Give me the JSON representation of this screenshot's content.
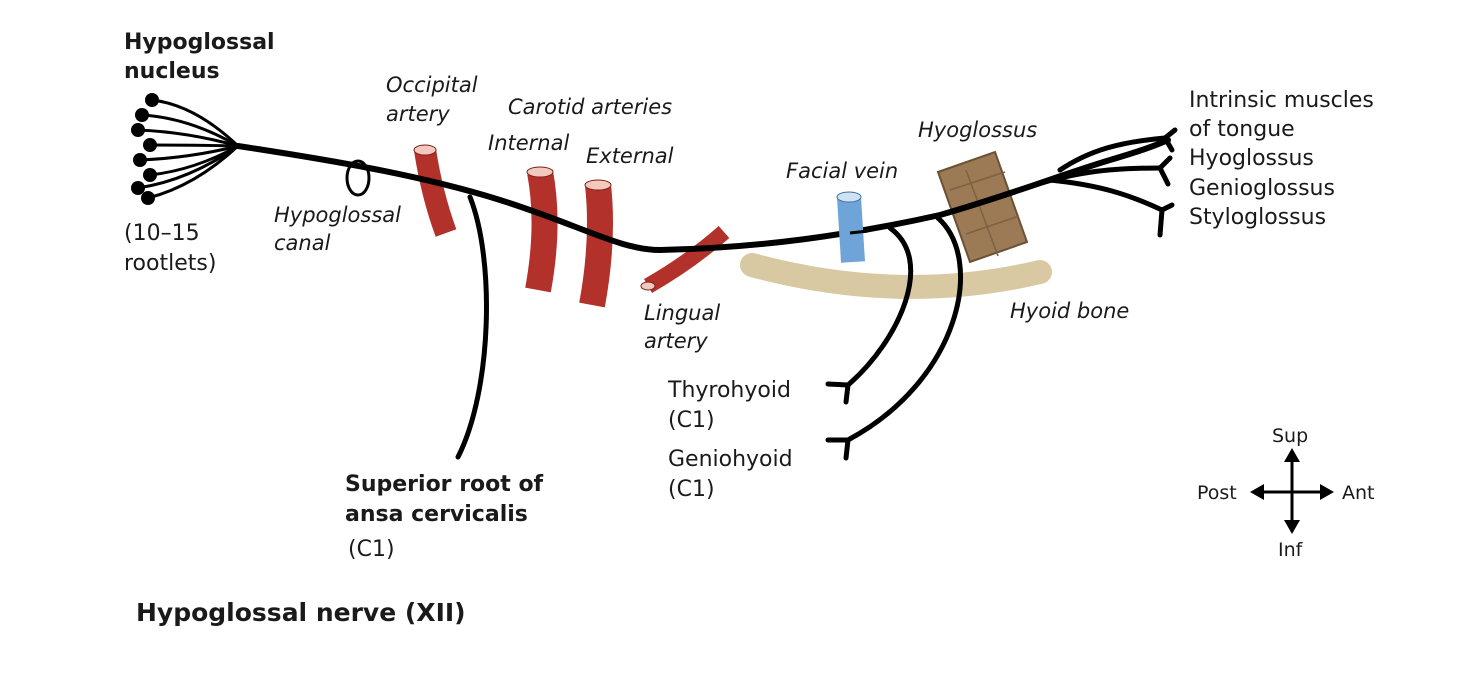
{
  "labels": {
    "nucleus_line1": "Hypoglossal",
    "nucleus_line2": "nucleus",
    "rootlets_line1": "(10–15",
    "rootlets_line2": "rootlets)",
    "canal_line1": "Hypoglossal",
    "canal_line2": "canal",
    "occipital_line1": "Occipital",
    "occipital_line2": "artery",
    "carotid": "Carotid arteries",
    "internal": "Internal",
    "external": "External",
    "lingual_line1": "Lingual",
    "lingual_line2": "artery",
    "facial_vein": "Facial vein",
    "hyoglossus_top": "Hyoglossus",
    "hyoid_bone": "Hyoid bone",
    "intrinsic_line1": "Intrinsic muscles",
    "intrinsic_line2": "of tongue",
    "hyoglossus": "Hyoglossus",
    "genioglossus": "Genioglossus",
    "styloglossus": "Styloglossus",
    "thyrohyoid_line1": "Thyrohyoid",
    "thyrohyoid_line2": "(C1)",
    "geniohyoid_line1": "Geniohyoid",
    "geniohyoid_line2": "(C1)",
    "superior_line1": "Superior root of",
    "superior_line2": "ansa cervicalis",
    "superior_line3": "(C1)"
  },
  "compass": {
    "sup": "Sup",
    "inf": "Inf",
    "post": "Post",
    "ant": "Ant"
  },
  "title": "Hypoglossal nerve (XII)",
  "colors": {
    "nerve": "#000000",
    "artery": "#b3312b",
    "artery_end": "#f3c9bd",
    "vein": "#6fa4d8",
    "bone": "#d9c9a2",
    "muscle": "#9b7a55",
    "text": "#1a1a1a"
  }
}
